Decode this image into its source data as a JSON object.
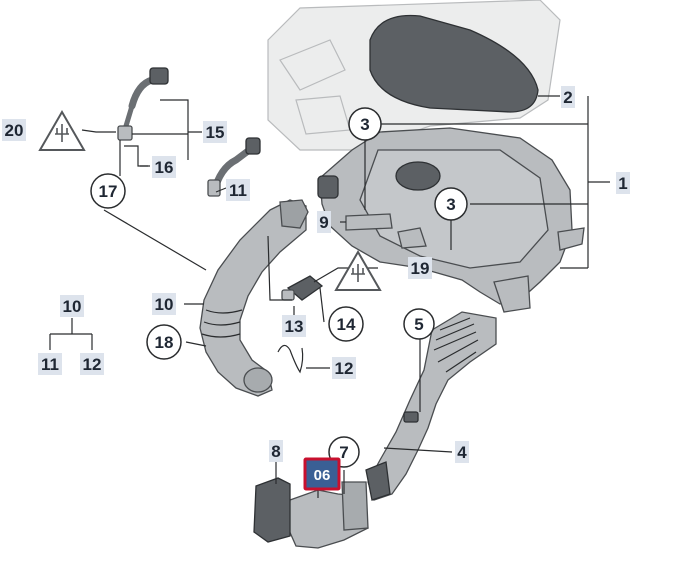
{
  "diagram": {
    "callouts": [
      {
        "id": "c1",
        "label": "1"
      },
      {
        "id": "c2",
        "label": "2"
      },
      {
        "id": "c4",
        "label": "4"
      },
      {
        "id": "c8",
        "label": "8"
      },
      {
        "id": "c9",
        "label": "9"
      },
      {
        "id": "c10a",
        "label": "10"
      },
      {
        "id": "c10b",
        "label": "10"
      },
      {
        "id": "c11a",
        "label": "11"
      },
      {
        "id": "c11b",
        "label": "11"
      },
      {
        "id": "c12a",
        "label": "12"
      },
      {
        "id": "c12b",
        "label": "12"
      },
      {
        "id": "c13",
        "label": "13"
      },
      {
        "id": "c15",
        "label": "15"
      },
      {
        "id": "c16",
        "label": "16"
      },
      {
        "id": "c19",
        "label": "19"
      },
      {
        "id": "c20",
        "label": "20"
      }
    ],
    "circled_callouts": [
      {
        "id": "k3a",
        "label": "3"
      },
      {
        "id": "k3b",
        "label": "3"
      },
      {
        "id": "k5",
        "label": "5"
      },
      {
        "id": "k7",
        "label": "7"
      },
      {
        "id": "k14",
        "label": "14"
      },
      {
        "id": "k17",
        "label": "17"
      },
      {
        "id": "k18",
        "label": "18"
      }
    ],
    "selected_marker": {
      "label": "06",
      "border_color": "#c8102e",
      "fill_color": "#3a5f95"
    },
    "warning_icons": [
      "electrical-connector-warning-icon",
      "electrical-connector-warning-icon"
    ]
  }
}
